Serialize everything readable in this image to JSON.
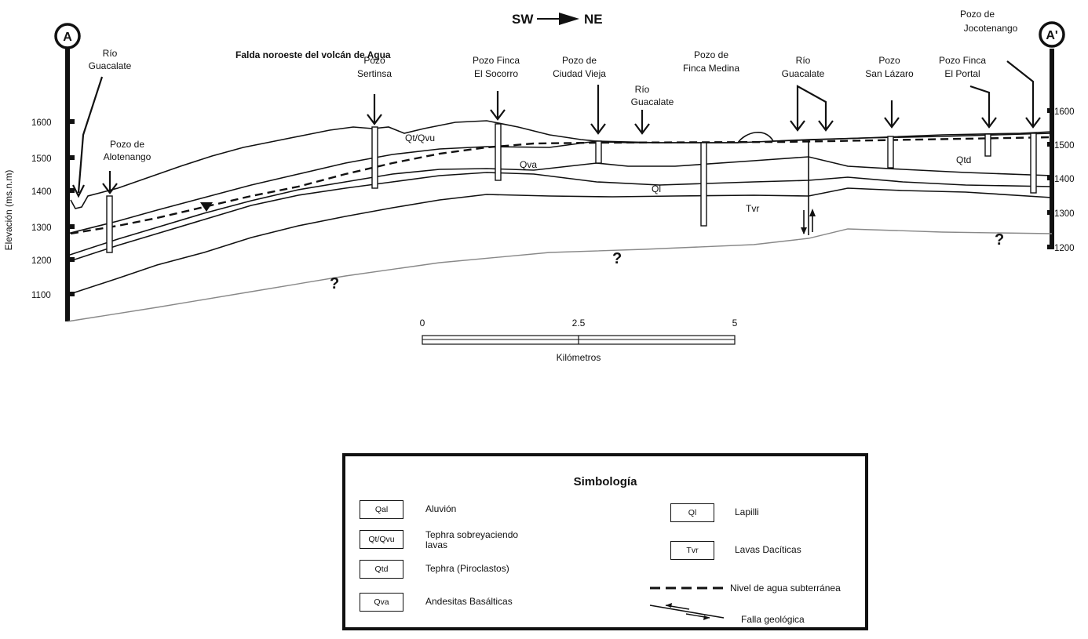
{
  "diagram": {
    "direction": {
      "left": "SW",
      "right": "NE"
    },
    "title": "Falda noroeste del volcán de Agua",
    "endpoints": {
      "left": "A",
      "right": "A'"
    },
    "y_axis_label": "Elevación (ms.n.m)",
    "left_ticks": [
      "1600",
      "1500",
      "1400",
      "1300",
      "1200",
      "1100"
    ],
    "right_ticks": [
      "1600",
      "1500",
      "1400",
      "1300",
      "1200"
    ],
    "wells": {
      "rio_left": [
        "Río",
        "Guacalate"
      ],
      "alotenango": [
        "Pozo de",
        "Alotenango"
      ],
      "sertinsa": [
        "Pozo",
        "Sertinsa"
      ],
      "socorro": [
        "Pozo Finca",
        "El Socorro"
      ],
      "ciudad_vieja": [
        "Pozo de",
        "Ciudad Vieja"
      ],
      "rio_mid": [
        "Río",
        "Guacalate"
      ],
      "medina": [
        "Pozo de",
        "Finca Medina"
      ],
      "rio_right": [
        "Río",
        "Guacalate"
      ],
      "san_lazaro": [
        "Pozo",
        "San Lázaro"
      ],
      "portal": [
        "Pozo Finca",
        "El Portal"
      ],
      "jocotenango": [
        "Pozo de",
        "Jocotenango"
      ]
    },
    "units": {
      "qtqvu": "Qt/Qvu",
      "qva": "Qva",
      "ql": "Ql",
      "tvr": "Tvr",
      "qtd": "Qtd"
    },
    "unknown_mark": "?",
    "scale": {
      "ticks": [
        "0",
        "2.5",
        "5"
      ],
      "unit": "Kilómetros"
    }
  },
  "legend": {
    "title": "Simbología",
    "items": [
      {
        "code": "Qal",
        "desc": "Aluvión"
      },
      {
        "code": "Qt/Qvu",
        "desc": "Tephra sobreyaciendo lavas"
      },
      {
        "code": "Qtd",
        "desc": "Tephra (Piroclastos)"
      },
      {
        "code": "Qva",
        "desc": "Andesitas Basálticas"
      },
      {
        "code": "Ql",
        "desc": "Lapilli"
      },
      {
        "code": "Tvr",
        "desc": "Lavas Dacíticas"
      }
    ],
    "water_table": "Nivel de agua subterránea",
    "fault": "Falla geológica"
  }
}
